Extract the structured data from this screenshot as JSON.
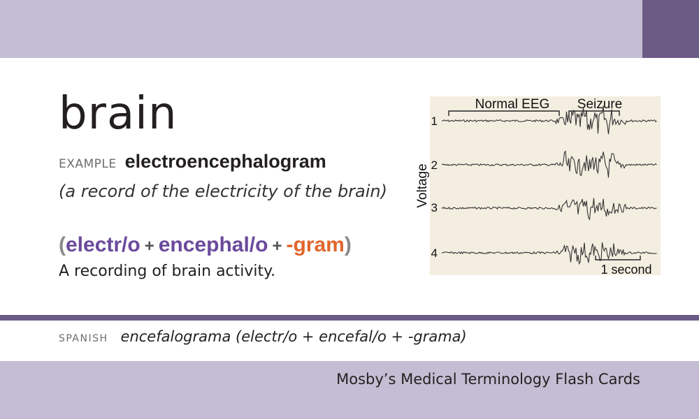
{
  "card": {
    "term": "brain",
    "example_label": "EXAMPLE",
    "example_word": "electroencephalogram",
    "definition": "(a record of the electricity of the brain)",
    "parts": {
      "open": "(",
      "root1": "electr/o",
      "plus1": "+",
      "root2": "encephal/o",
      "plus2": "+",
      "suffix": "-gram",
      "close": ")"
    },
    "meaning": "A recording of brain activity.",
    "spanish_label": "SPANISH",
    "spanish_text": "encefalograma (electr/o + encefal/o + -grama)",
    "footer": "Mosby’s Medical Terminology Flash Cards"
  },
  "figure": {
    "label_normal": "Normal EEG",
    "label_seizure": "Seizure",
    "axis_label": "Voltage",
    "channels": [
      "1",
      "2",
      "3",
      "4"
    ],
    "scale_label": "1 second"
  },
  "colors": {
    "band": "#c4bdd3",
    "band_dark": "#6b5b85",
    "root": "#6a4a9c",
    "suffix": "#e0662c",
    "figure_bg": "#f4eee1"
  }
}
